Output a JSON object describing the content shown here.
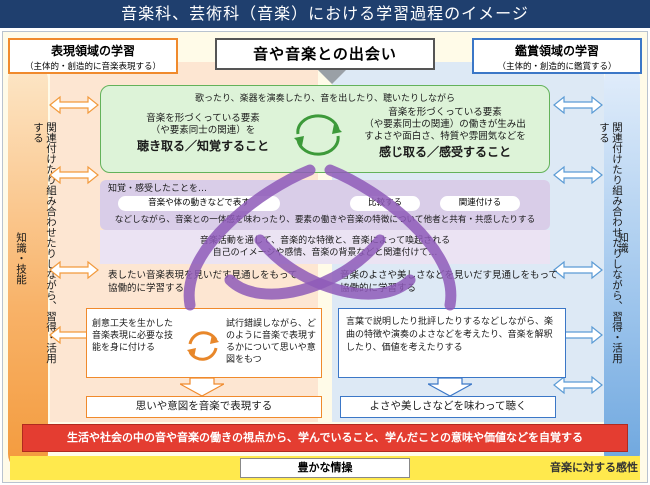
{
  "title": "音楽科、芸術科（音楽）における学習過程のイメージ",
  "header": {
    "left_title": "表現領域の学習",
    "left_sub": "（主体的・創造的に音楽表現する）",
    "center": "音や音楽との出会い",
    "right_title": "鑑賞領域の学習",
    "right_sub": "（主体的・創造的に鑑賞する）"
  },
  "side": {
    "left_long": "関連付けたり組み合わせたりしながら、習得・活用する",
    "left_short": "知識・技能",
    "right_long": "関連付けたり組み合わせたりしながら、習得・活用する",
    "right_short": "知識"
  },
  "green": {
    "top": "歌ったり、楽器を演奏したり、音を出したり、聴いたりしながら",
    "left_l1": "音楽を形づくっている要素",
    "left_l2": "（や要素同士の関連）を",
    "left_strong": "聴き取る／知覚すること",
    "right_l1": "音楽を形づくっている要素",
    "right_l2": "（や要素同士の関連）の働きが生み出",
    "right_l3": "すよさや面白さ、特質や雰囲気などを",
    "right_strong": "感じ取る／感受すること"
  },
  "purple": {
    "head": "知覚・感受したことを…",
    "pill1": "音楽や体の動きなどで表す",
    "pill2": "比較する",
    "pill3": "関連付ける",
    "line": "などしながら、音楽との一体感を味わったり、要素の働きや音楽の特徴について他者と共有・共感したりする"
  },
  "lavender": {
    "l1": "音楽活動を通して、音楽的な特徴と、音楽によって喚起される",
    "l2": "自己のイメージや感情、音楽の背景などと関連付けて…"
  },
  "left_mid": {
    "l1": "表したい音楽表現を見いだす見通しをもって",
    "l2": "協働的に学習する"
  },
  "right_mid": {
    "l1": "音楽のよさや美しさなどを見いだす見通しをもって",
    "l2": "協働的に学習する"
  },
  "left_boxes": {
    "a": "創意工夫を生かした音楽表現に必要な技能を身に付ける",
    "b": "試行錯誤しながら、どのように音楽で表現するかについて思いや意図をもつ"
  },
  "right_box": "言葉で説明したり批評したりするなどしながら、楽曲の特徴や演奏のよさなどを考えたり、音楽を解釈したり、価値を考えたりする",
  "result_left": "思いや意図を音楽で表現する",
  "result_right": "よさや美しさなどを味わって聴く",
  "bottom_red": "生活や社会の中の音や音楽の働きの視点から、学んでいること、学んだことの意味や価値などを自覚する",
  "bottom_center": "豊かな情操",
  "bottom_right": "音楽に対する感性"
}
